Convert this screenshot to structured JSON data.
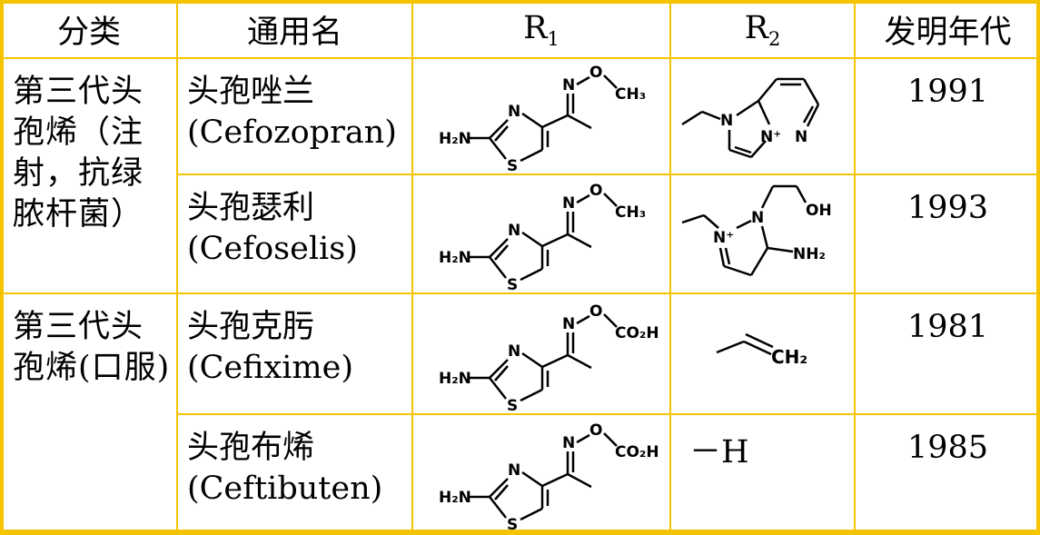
{
  "colors": {
    "border": "#F5C400",
    "background": "#ffffff",
    "text": "#000000"
  },
  "header": {
    "category": "分类",
    "generic_name": "通用名",
    "r1_base": "R",
    "r1_sub": "1",
    "r2_base": "R",
    "r2_sub": "2",
    "year": "发明年代"
  },
  "groups": [
    {
      "category": "第三代头孢烯（注射，抗绿脓杆菌）"
    },
    {
      "category": "第三代头孢烯(口服)"
    }
  ],
  "rows": [
    {
      "name_cn": "头孢唑兰",
      "name_en": "(Cefozopran)",
      "year": "1991",
      "r1": {
        "amine": "H₂N",
        "ring_n": "N",
        "ring_s": "S",
        "oxime_n": "N",
        "oxime_o": "O",
        "tail": "CH₃"
      },
      "r2": {
        "n1": "N",
        "n_plus": "N⁺",
        "n2": "N"
      }
    },
    {
      "name_cn": "头孢瑟利",
      "name_en": "(Cefoselis)",
      "year": "1993",
      "r1": {
        "amine": "H₂N",
        "ring_n": "N",
        "ring_s": "S",
        "oxime_n": "N",
        "oxime_o": "O",
        "tail": "CH₃"
      },
      "r2": {
        "n_plus": "N⁺",
        "n1": "N",
        "oh": "OH",
        "nh2": "NH₂"
      }
    },
    {
      "name_cn": "头孢克肟",
      "name_en": "(Cefixime)",
      "year": "1981",
      "r1": {
        "amine": "H₂N",
        "ring_n": "N",
        "ring_s": "S",
        "oxime_n": "N",
        "oxime_o": "O",
        "tail": "CO₂H"
      },
      "r2": {
        "ch2": "CH₂"
      }
    },
    {
      "name_cn": "头孢布烯",
      "name_en": "(Ceftibuten)",
      "year": "1985",
      "r1": {
        "amine": "H₂N",
        "ring_n": "N",
        "ring_s": "S",
        "oxime_n": "N",
        "oxime_o": "O",
        "tail": "CO₂H"
      },
      "r2": {
        "text": "－H"
      }
    }
  ]
}
